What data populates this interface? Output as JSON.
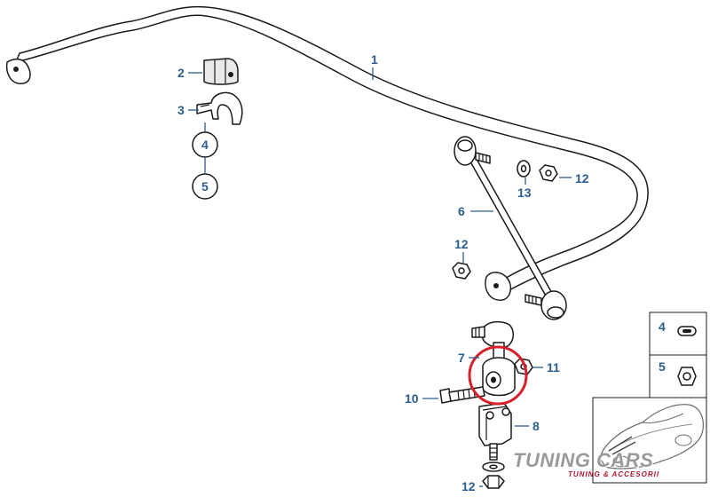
{
  "diagram": {
    "callouts": {
      "c1": "1",
      "c2": "2",
      "c3": "3",
      "c4": "4",
      "c5": "5",
      "c6": "6",
      "c12a": "12",
      "c13": "13",
      "c12b": "12",
      "c7": "7",
      "c11": "11",
      "c10": "10",
      "c8": "8",
      "c12c": "12"
    },
    "legend": {
      "item4": "4",
      "item5": "5"
    },
    "highlight_color": "#d6202a",
    "callout_color": "#2b5d8f"
  },
  "watermark": {
    "title": "TUNING CARS",
    "subtitle": "TUNING & ACCESORII"
  }
}
